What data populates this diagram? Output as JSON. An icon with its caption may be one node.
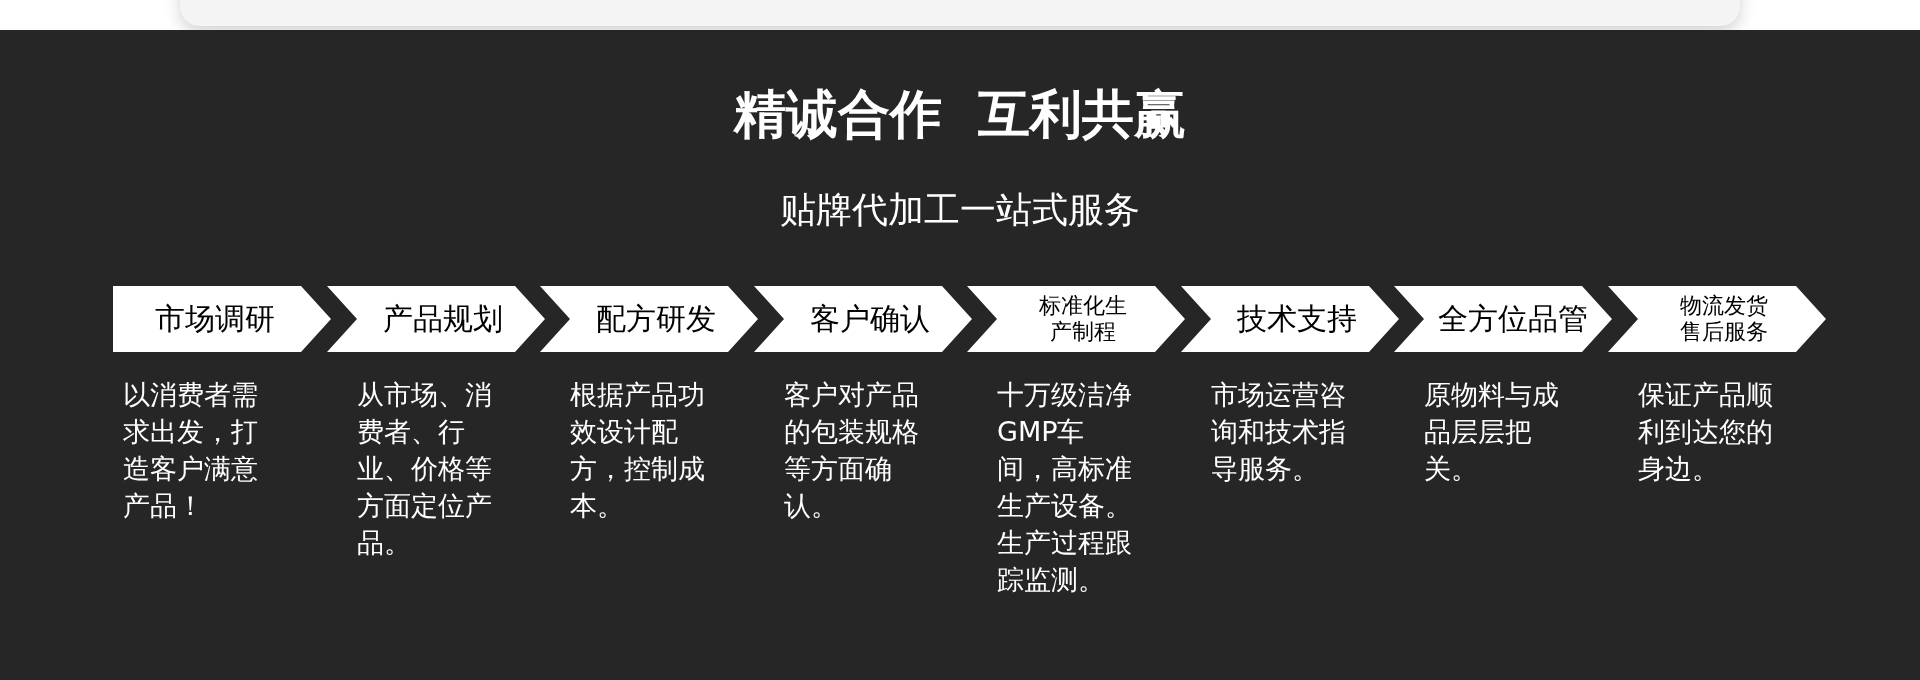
{
  "diagram": {
    "title": "精诚合作  互利共赢",
    "caption": "贴牌代加工一站式服务",
    "nodes": [
      {
        "text": [
          "市场调研"
        ],
        "beside": [
          "以消费者需求出发，打造客户满意产品！"
        ]
      },
      {
        "text": [
          "产品规划"
        ],
        "beside": [
          "从市场、消费者、行业、价格等方面定位产品。"
        ]
      },
      {
        "text": [
          "配方研发"
        ],
        "beside": [
          "根据产品功效设计配方，控制成本。"
        ]
      },
      {
        "text": [
          "客户确认"
        ],
        "beside": [
          "客户对产品的包装规格等方面确认。"
        ]
      },
      {
        "text": [
          "标准化生产制程"
        ],
        "beside": [
          "十万级洁净GMP车间，高标准生产设备。生产过程跟踪监测。"
        ]
      },
      {
        "text": [
          "技术支持"
        ],
        "beside": [
          "市场运营咨询和技术指导服务。"
        ]
      },
      {
        "text": [
          "全方位品管"
        ],
        "beside": [
          "原物料与成品层层把关。"
        ]
      },
      {
        "text": [
          "物流发货售后服务"
        ],
        "beside": [
          "保证产品顺利到达您的身边。"
        ]
      }
    ]
  }
}
